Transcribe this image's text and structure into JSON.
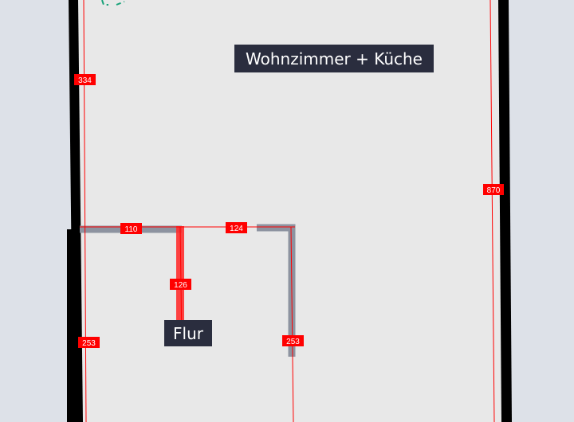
{
  "colors": {
    "background": "#dde1e8",
    "floor": "#e8e8e8",
    "wall": "#000000",
    "partition_wall": "#8d93a0",
    "selected_wall": "#ff2d2d",
    "dimension": "#ff0000",
    "label_background": "#2a2d3e",
    "marker": "#1aa37a"
  },
  "rooms": [
    {
      "label": "Wohnzimmer + Küche"
    },
    {
      "label": "Flur"
    }
  ],
  "dimensions": {
    "left_upper": "334",
    "right": "870",
    "top_left_partition": "110",
    "top_middle": "124",
    "vertical_partition": "126",
    "left_lower": "253",
    "right_partition": "253"
  },
  "icons": {
    "marker": "corner-marker-icon"
  }
}
